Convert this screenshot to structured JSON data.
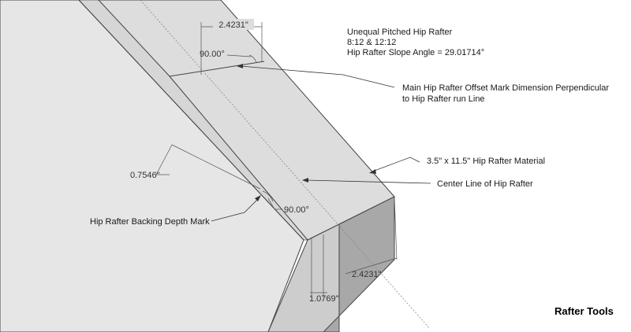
{
  "title_block": {
    "line1": "Unequal Pitched Hip Rafter",
    "line2": "8:12 & 12:12",
    "line3": "Hip Rafter Slope Angle = 29.01714°"
  },
  "callouts": {
    "offset_mark_line1": "Main Hip Rafter Offset Mark Dimension Perpendicular",
    "offset_mark_line2": "to Hip Rafter run Line",
    "material": "3.5\" x 11.5\" Hip Rafter Material",
    "center_line": "Center Line of Hip Rafter",
    "backing_mark": "Hip Rafter Backing Depth Mark"
  },
  "dimensions": {
    "top_width": "2.4231\"",
    "top_angle": "90.00°",
    "backing_depth": "0.7546\"",
    "backing_angle": "90.00°",
    "end_width": "2.4231\"",
    "end_depth": "1.0769\""
  },
  "brand": "Rafter Tools",
  "colors": {
    "left_face": "#e5e5e5",
    "top_face": "#dedede",
    "end_face": "#c8c8c8",
    "end_dark": "#a9a9a9",
    "lines": "#444444"
  }
}
